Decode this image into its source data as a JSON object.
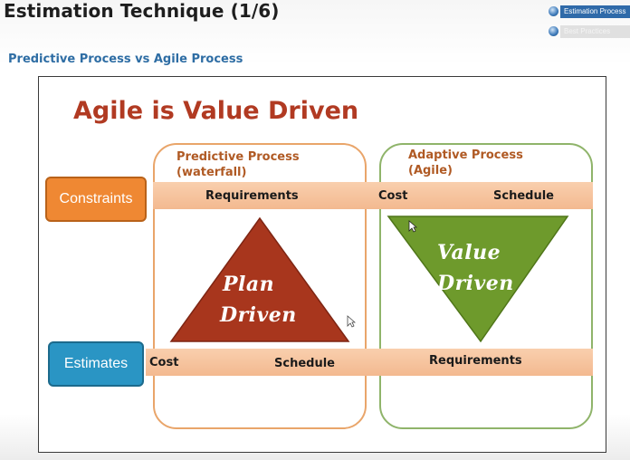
{
  "slide": {
    "title": "Estimation Technique (1/6)",
    "subtitle": "Predictive Process vs Agile Process"
  },
  "nav": {
    "items": [
      {
        "label": "Estimation Process",
        "state": "active"
      },
      {
        "label": "Best Practices",
        "state": "inactive"
      }
    ],
    "active_color": "#2f6aa9"
  },
  "diagram": {
    "heading": "Agile is Value Driven",
    "predictive": {
      "line1": "Predictive Process",
      "line2": "(waterfall)"
    },
    "adaptive": {
      "line1": "Adaptive Process",
      "line2": "(Agile)"
    },
    "constraints_label": "Constraints",
    "estimates_label": "Estimates",
    "top_band": {
      "requirements": "Requirements",
      "cost": "Cost",
      "schedule": "Schedule"
    },
    "bottom_band": {
      "cost": "Cost",
      "schedule": "Schedule",
      "requirements": "Requirements"
    },
    "plan_triangle": {
      "line1": "Plan",
      "line2": "Driven",
      "color": "#a8361d"
    },
    "value_triangle": {
      "line1": "Value",
      "line2": "Driven",
      "color": "#6e9a2c"
    },
    "colors": {
      "heading": "#b13a22",
      "constraints": "#ef8833",
      "estimates": "#2a95c4",
      "band": "#f6c3a0"
    }
  }
}
